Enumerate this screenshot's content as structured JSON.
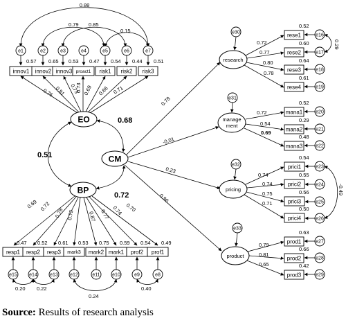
{
  "caption": {
    "label": "Source:",
    "text": " Results of research analysis"
  },
  "nodes": {
    "EO": "EO",
    "BP": "BP",
    "CM": "CM",
    "research": "research",
    "management_1": "manage",
    "management_2": "ment",
    "pricing": "pricing",
    "product": "product",
    "innov1": "innov1",
    "innov2": "innov2",
    "innov3": "innov3",
    "proact1": "proact1",
    "risk1": "risk1",
    "risk2": "risk2",
    "risk3": "risk3",
    "resp1": "resp1",
    "resp2": "resp2",
    "resp3": "resp3",
    "mark3": "mark3",
    "mark2": "mark2",
    "mark1": "mark1",
    "prof2": "prof2",
    "prof1": "prof1",
    "rese1": "rese1",
    "rese2": "rese2",
    "rese3": "rese3",
    "rese4": "rese4",
    "mana1": "mana1",
    "mana2": "mana2",
    "mana3": "mana3",
    "prici1": "prici1",
    "prici2": "prici2",
    "prici3": "prici3",
    "prici4": "prici4",
    "prod1": "prod1",
    "prod2": "prod2",
    "prod3": "prod3"
  },
  "errors": {
    "e1": "e1",
    "e2": "e2",
    "e3": "e3",
    "e4": "e4",
    "e5": "e5",
    "e6": "e6",
    "e7": "e7",
    "e15": "e15",
    "e14": "e14",
    "e13": "e13",
    "e12": "e12",
    "e11": "e11",
    "e10": "e10",
    "e9": "e9",
    "e8": "e8",
    "e30": "e30",
    "e31": "e31",
    "e32": "e32",
    "e33": "e33",
    "e16": "e16",
    "e17": "e17",
    "e18": "e18",
    "e19": "e19",
    "e20": "e20",
    "e21": "e21",
    "e22": "e22",
    "e23": "e23",
    "e24": "e24",
    "e25": "e25",
    "e26": "e26",
    "e27": "e27",
    "e28": "e28",
    "e29": "e29"
  },
  "covariances": {
    "e1_e7": "0.88",
    "e2_e5": "0.79",
    "e3_e6": "0.85",
    "e5_e7": "0.15",
    "e14_e15": "0.20",
    "e13_e14": "0.22",
    "e10_e12": "0.24",
    "e8_e9": "0.40",
    "e16_e17": "0.29",
    "e23_e26": "-0.49",
    "EO_BP": "0.51",
    "EO_CM": "0.68",
    "BP_CM": "0.72"
  },
  "eo_block": {
    "r2": [
      "0.57",
      "0.65",
      "0.53",
      "0.47",
      "0.54",
      "0.44",
      "0.51"
    ],
    "loadings": [
      "0.76",
      "0.81",
      "0.73",
      "0.69",
      "0.66",
      "0.71"
    ],
    "proact_loading": "0.73"
  },
  "bp_block": {
    "r2": [
      "0.47",
      "0.52",
      "0.61",
      "0.53",
      "0.75",
      "0.59",
      "0.54",
      "0.49"
    ],
    "loadings": [
      "0.69",
      "0.72",
      "0.78",
      "0.73",
      "0.87",
      "0.77",
      "0.74",
      "0.70"
    ]
  },
  "cm_paths": {
    "research": "0.78",
    "management": "-0.01",
    "pricing": "0.23",
    "product": "0.96"
  },
  "research_block": {
    "loadings": [
      "0.72",
      "0.77",
      "0.80",
      "0.78"
    ],
    "r2": [
      "0.52",
      "0.60",
      "0.64",
      "0.61"
    ]
  },
  "management_block": {
    "loadings": [
      "0.72",
      "0.54",
      "0.69"
    ],
    "r2": [
      "0.52",
      "0.29",
      "0.48"
    ]
  },
  "pricing_block": {
    "loadings": [
      "0.74",
      "0.74",
      "0.75",
      "0.71"
    ],
    "r2": [
      "0.54",
      "0.55",
      "0.56",
      "0.50"
    ]
  },
  "product_block": {
    "loadings": [
      "0.79",
      "0.81",
      "0.65"
    ],
    "r2": [
      "0.63",
      "0.66",
      "0.42"
    ]
  }
}
